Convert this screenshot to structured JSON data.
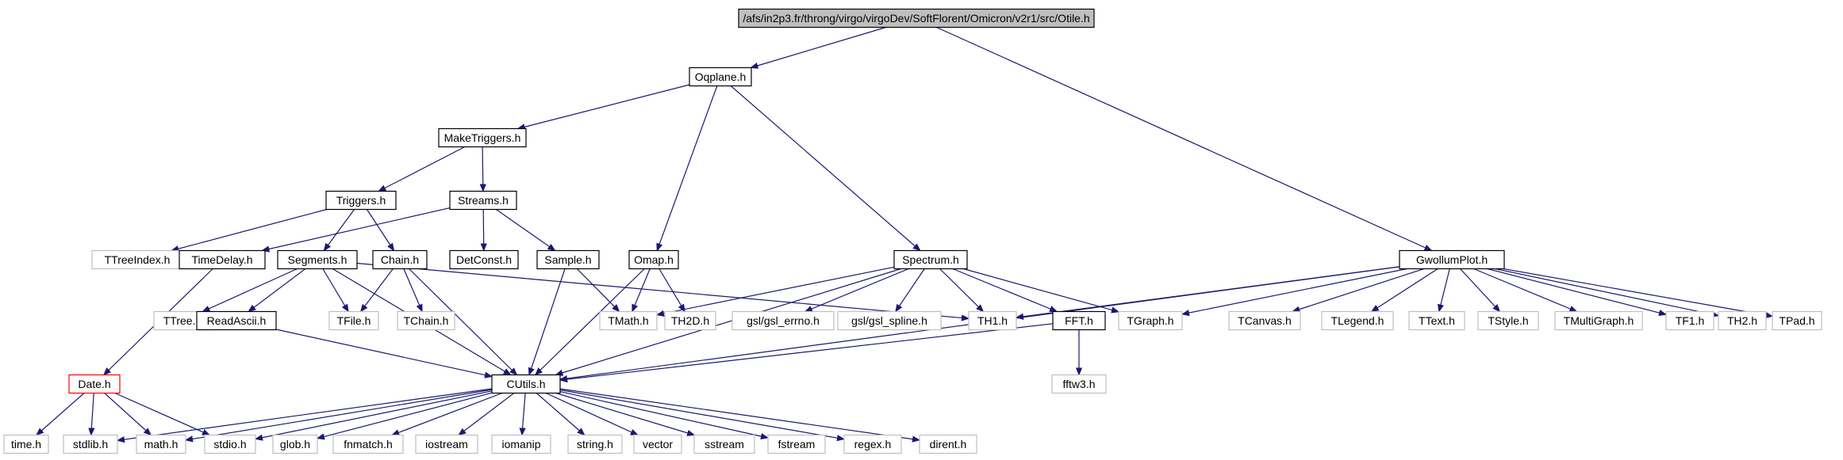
{
  "graph": {
    "root": "/afs/in2p3.fr/throng/virgo/virgoDev/SoftFlorent/Omicron/v2r1/src/Otile.h",
    "nodes": [
      {
        "id": "otile",
        "label": "/afs/in2p3.fr/throng/virgo/virgoDev/SoftFlorent/Omicron/v2r1/src/Otile.h",
        "style": "root"
      },
      {
        "id": "oqplane",
        "label": "Oqplane.h",
        "style": "documented"
      },
      {
        "id": "gwollumplot",
        "label": "GwollumPlot.h",
        "style": "documented"
      },
      {
        "id": "maketriggers",
        "label": "MakeTriggers.h",
        "style": "documented"
      },
      {
        "id": "omap",
        "label": "Omap.h",
        "style": "documented"
      },
      {
        "id": "spectrum",
        "label": "Spectrum.h",
        "style": "documented"
      },
      {
        "id": "triggers",
        "label": "Triggers.h",
        "style": "documented"
      },
      {
        "id": "streams",
        "label": "Streams.h",
        "style": "documented"
      },
      {
        "id": "ttreeindex",
        "label": "TTreeIndex.h",
        "style": "external"
      },
      {
        "id": "timedelay",
        "label": "TimeDelay.h",
        "style": "documented"
      },
      {
        "id": "segments",
        "label": "Segments.h",
        "style": "documented"
      },
      {
        "id": "chain",
        "label": "Chain.h",
        "style": "documented"
      },
      {
        "id": "detconst",
        "label": "DetConst.h",
        "style": "documented"
      },
      {
        "id": "sample",
        "label": "Sample.h",
        "style": "documented"
      },
      {
        "id": "ttree",
        "label": "TTree.h",
        "style": "external"
      },
      {
        "id": "readascii",
        "label": "ReadAscii.h",
        "style": "documented"
      },
      {
        "id": "tfile",
        "label": "TFile.h",
        "style": "external"
      },
      {
        "id": "tchain",
        "label": "TChain.h",
        "style": "external"
      },
      {
        "id": "tmath",
        "label": "TMath.h",
        "style": "external"
      },
      {
        "id": "th2d",
        "label": "TH2D.h",
        "style": "external"
      },
      {
        "id": "gslerrno",
        "label": "gsl/gsl_errno.h",
        "style": "external"
      },
      {
        "id": "gslspline",
        "label": "gsl/gsl_spline.h",
        "style": "external"
      },
      {
        "id": "th1",
        "label": "TH1.h",
        "style": "external"
      },
      {
        "id": "fft",
        "label": "FFT.h",
        "style": "documented"
      },
      {
        "id": "tgraph",
        "label": "TGraph.h",
        "style": "external"
      },
      {
        "id": "tcanvas",
        "label": "TCanvas.h",
        "style": "external"
      },
      {
        "id": "tlegend",
        "label": "TLegend.h",
        "style": "external"
      },
      {
        "id": "ttext",
        "label": "TText.h",
        "style": "external"
      },
      {
        "id": "tstyle",
        "label": "TStyle.h",
        "style": "external"
      },
      {
        "id": "tmultigraph",
        "label": "TMultiGraph.h",
        "style": "external"
      },
      {
        "id": "tf1",
        "label": "TF1.h",
        "style": "external"
      },
      {
        "id": "th2",
        "label": "TH2.h",
        "style": "external"
      },
      {
        "id": "tpad",
        "label": "TPad.h",
        "style": "external"
      },
      {
        "id": "date",
        "label": "Date.h",
        "style": "truncated"
      },
      {
        "id": "cutils",
        "label": "CUtils.h",
        "style": "documented"
      },
      {
        "id": "fftw3",
        "label": "fftw3.h",
        "style": "external"
      },
      {
        "id": "time",
        "label": "time.h",
        "style": "external"
      },
      {
        "id": "stdlib",
        "label": "stdlib.h",
        "style": "external"
      },
      {
        "id": "math",
        "label": "math.h",
        "style": "external"
      },
      {
        "id": "stdio",
        "label": "stdio.h",
        "style": "external"
      },
      {
        "id": "glob",
        "label": "glob.h",
        "style": "external"
      },
      {
        "id": "fnmatch",
        "label": "fnmatch.h",
        "style": "external"
      },
      {
        "id": "iostream",
        "label": "iostream",
        "style": "external"
      },
      {
        "id": "iomanip",
        "label": "iomanip",
        "style": "external"
      },
      {
        "id": "string",
        "label": "string.h",
        "style": "external"
      },
      {
        "id": "vector",
        "label": "vector",
        "style": "external"
      },
      {
        "id": "sstream",
        "label": "sstream",
        "style": "external"
      },
      {
        "id": "fstream",
        "label": "fstream",
        "style": "external"
      },
      {
        "id": "regex",
        "label": "regex.h",
        "style": "external"
      },
      {
        "id": "dirent",
        "label": "dirent.h",
        "style": "external"
      }
    ],
    "edges": [
      [
        "otile",
        "oqplane"
      ],
      [
        "otile",
        "gwollumplot"
      ],
      [
        "oqplane",
        "maketriggers"
      ],
      [
        "oqplane",
        "omap"
      ],
      [
        "oqplane",
        "spectrum"
      ],
      [
        "maketriggers",
        "triggers"
      ],
      [
        "maketriggers",
        "streams"
      ],
      [
        "triggers",
        "ttreeindex"
      ],
      [
        "triggers",
        "segments"
      ],
      [
        "triggers",
        "chain"
      ],
      [
        "streams",
        "timedelay"
      ],
      [
        "streams",
        "detconst"
      ],
      [
        "streams",
        "sample"
      ],
      [
        "timedelay",
        "date"
      ],
      [
        "segments",
        "ttree"
      ],
      [
        "segments",
        "readascii"
      ],
      [
        "segments",
        "tfile"
      ],
      [
        "segments",
        "th1"
      ],
      [
        "segments",
        "cutils"
      ],
      [
        "chain",
        "tfile"
      ],
      [
        "chain",
        "tchain"
      ],
      [
        "chain",
        "cutils"
      ],
      [
        "sample",
        "tmath"
      ],
      [
        "sample",
        "cutils"
      ],
      [
        "omap",
        "tmath"
      ],
      [
        "omap",
        "th2d"
      ],
      [
        "omap",
        "cutils"
      ],
      [
        "spectrum",
        "tmath"
      ],
      [
        "spectrum",
        "gslerrno"
      ],
      [
        "spectrum",
        "gslspline"
      ],
      [
        "spectrum",
        "th1"
      ],
      [
        "spectrum",
        "fft"
      ],
      [
        "spectrum",
        "tgraph"
      ],
      [
        "spectrum",
        "cutils"
      ],
      [
        "gwollumplot",
        "th1"
      ],
      [
        "gwollumplot",
        "tgraph"
      ],
      [
        "gwollumplot",
        "cutils"
      ],
      [
        "gwollumplot",
        "tcanvas"
      ],
      [
        "gwollumplot",
        "tlegend"
      ],
      [
        "gwollumplot",
        "ttext"
      ],
      [
        "gwollumplot",
        "tstyle"
      ],
      [
        "gwollumplot",
        "tmultigraph"
      ],
      [
        "gwollumplot",
        "tf1"
      ],
      [
        "gwollumplot",
        "th2"
      ],
      [
        "gwollumplot",
        "tpad"
      ],
      [
        "readascii",
        "cutils"
      ],
      [
        "fft",
        "cutils"
      ],
      [
        "fft",
        "fftw3"
      ],
      [
        "date",
        "time"
      ],
      [
        "date",
        "stdlib"
      ],
      [
        "date",
        "math"
      ],
      [
        "date",
        "stdio"
      ],
      [
        "cutils",
        "stdlib"
      ],
      [
        "cutils",
        "math"
      ],
      [
        "cutils",
        "stdio"
      ],
      [
        "cutils",
        "glob"
      ],
      [
        "cutils",
        "fnmatch"
      ],
      [
        "cutils",
        "iostream"
      ],
      [
        "cutils",
        "iomanip"
      ],
      [
        "cutils",
        "string"
      ],
      [
        "cutils",
        "vector"
      ],
      [
        "cutils",
        "sstream"
      ],
      [
        "cutils",
        "fstream"
      ],
      [
        "cutils",
        "regex"
      ],
      [
        "cutils",
        "dirent"
      ]
    ]
  },
  "colors": {
    "edge": "#191970",
    "documented_border": "#000000",
    "external_border": "#bfbfbf",
    "truncated_border": "#ff0000",
    "root_fill": "#bfbfbf",
    "node_fill": "#ffffff",
    "text": "#000000"
  }
}
